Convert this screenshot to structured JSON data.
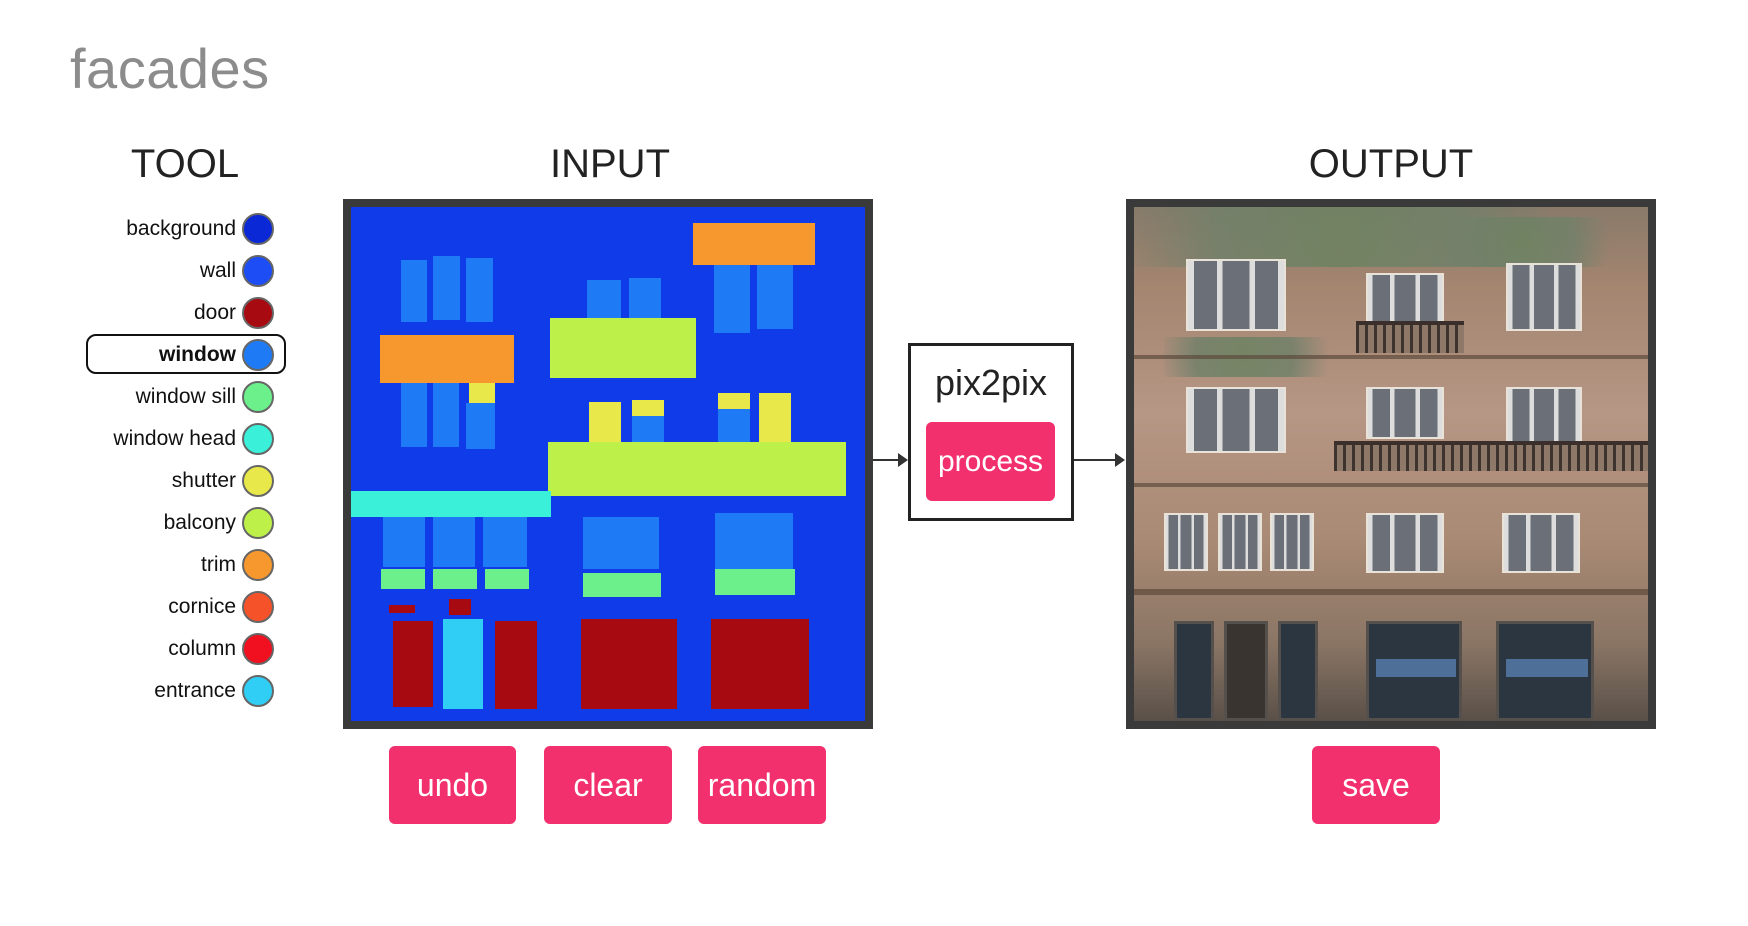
{
  "page": {
    "title": "facades"
  },
  "headings": {
    "tool": "TOOL",
    "input": "INPUT",
    "output": "OUTPUT"
  },
  "tools": [
    {
      "label": "background",
      "color": "#0a28d6",
      "selected": false
    },
    {
      "label": "wall",
      "color": "#1d4ef5",
      "selected": false
    },
    {
      "label": "door",
      "color": "#a80a12",
      "selected": false
    },
    {
      "label": "window",
      "color": "#1f7bf5",
      "selected": true
    },
    {
      "label": "window sill",
      "color": "#6cf08c",
      "selected": false
    },
    {
      "label": "window head",
      "color": "#3af0d8",
      "selected": false
    },
    {
      "label": "shutter",
      "color": "#e8e84a",
      "selected": false
    },
    {
      "label": "balcony",
      "color": "#bef04a",
      "selected": false
    },
    {
      "label": "trim",
      "color": "#f7982e",
      "selected": false
    },
    {
      "label": "cornice",
      "color": "#f5522a",
      "selected": false
    },
    {
      "label": "column",
      "color": "#f01020",
      "selected": false
    },
    {
      "label": "entrance",
      "color": "#30cef5",
      "selected": false
    }
  ],
  "pix2pix": {
    "label": "pix2pix",
    "process_label": "process"
  },
  "buttons": {
    "undo": "undo",
    "clear": "clear",
    "random": "random",
    "save": "save"
  },
  "colors": {
    "accent": "#f2306d",
    "input_background": "#0f3ce8",
    "frame": "#3a3a3a"
  }
}
